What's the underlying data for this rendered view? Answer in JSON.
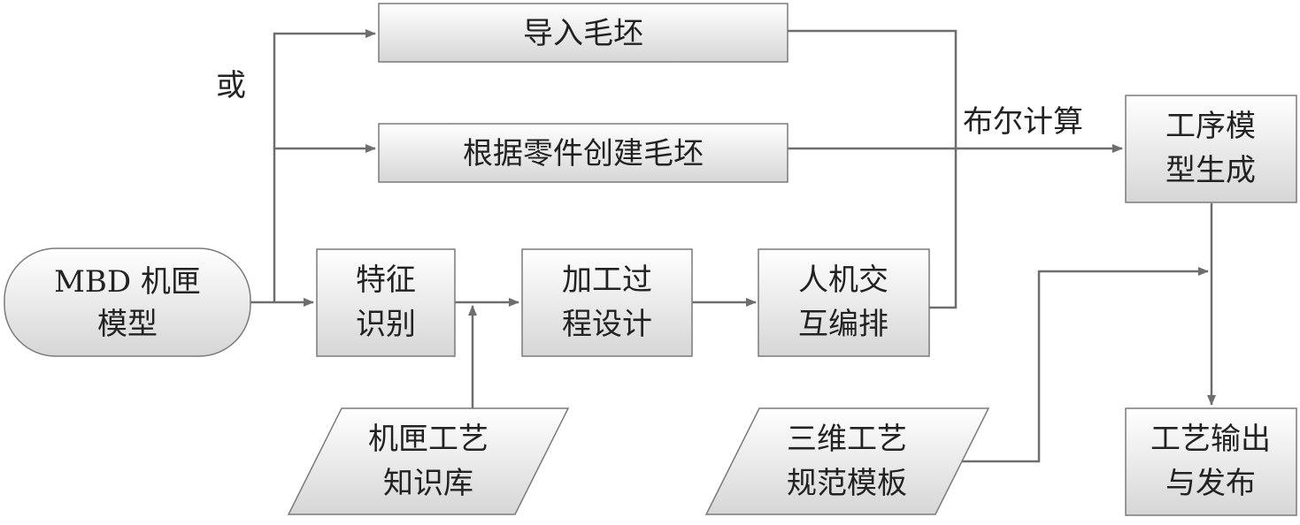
{
  "diagram": {
    "nodes": {
      "mbd_model": {
        "lines": [
          "MBD 机匣",
          "模型"
        ]
      },
      "import_blank": {
        "lines": [
          "导入毛坯"
        ]
      },
      "create_blank": {
        "lines": [
          "根据零件创建毛坯"
        ]
      },
      "feature_recog": {
        "lines": [
          "特征",
          "识别"
        ]
      },
      "process_design": {
        "lines": [
          "加工过",
          "程设计"
        ]
      },
      "interactive": {
        "lines": [
          "人机交",
          "互编排"
        ]
      },
      "knowledge_base": {
        "lines": [
          "机匣工艺",
          "知识库"
        ]
      },
      "template": {
        "lines": [
          "三维工艺",
          "规范模板"
        ]
      },
      "process_model": {
        "lines": [
          "工序模",
          "型生成"
        ]
      },
      "output": {
        "lines": [
          "工艺输出",
          "与发布"
        ]
      }
    },
    "edge_labels": {
      "or": "或",
      "boolean": "布尔计算"
    },
    "colors": {
      "box_top": "#ffffff",
      "box_bottom": "#d9d9d9",
      "border": "#7a7a7a",
      "arrow": "#6e6e6e",
      "text": "#222222"
    }
  }
}
